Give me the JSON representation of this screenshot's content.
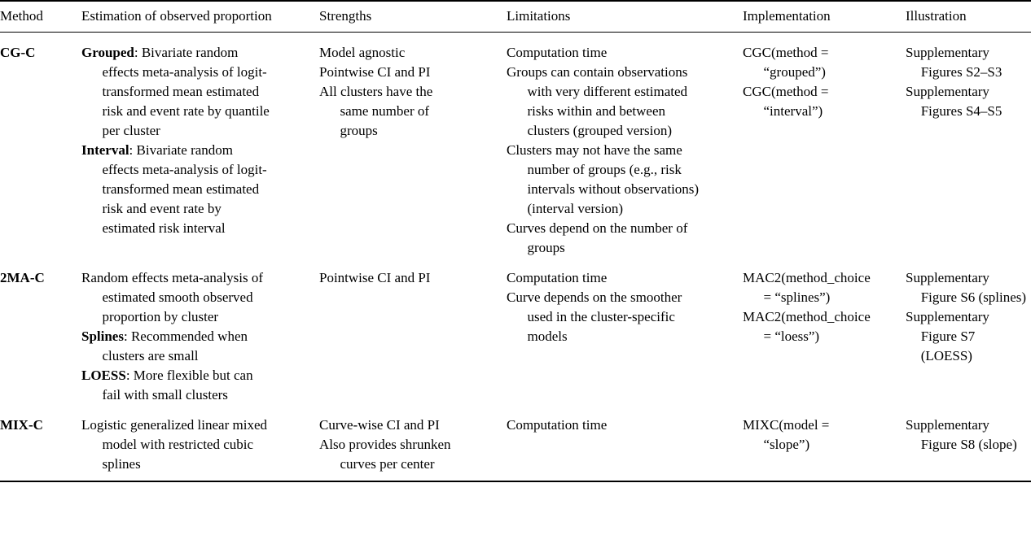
{
  "page": {
    "background": "#ffffff",
    "text_color": "#000000",
    "rule_color": "#000000"
  },
  "table": {
    "headers": [
      "Method",
      "Estimation of observed proportion",
      "Strengths",
      "Limitations",
      "Implementation",
      "Illustration"
    ],
    "rows": [
      {
        "method": "CG-C",
        "estimation": [
          {
            "bold": "Grouped",
            "text": ": Bivariate random effects meta-analysis of logit-transformed mean estimated risk and event rate by quantile per cluster"
          },
          {
            "bold": "Interval",
            "text": ": Bivariate random effects meta-analysis of logit-transformed mean estimated risk and event rate by estimated risk interval"
          }
        ],
        "strengths": [
          "Model agnostic",
          "Pointwise CI and PI",
          "All clusters have the same number of groups"
        ],
        "limitations": [
          "Computation time",
          "Groups can contain observations with very different estimated risks within and between clusters (grouped version)",
          "Clusters may not have the same number of groups (e.g., risk intervals without observations) (interval version)",
          "Curves depend on the number of groups"
        ],
        "implementation": [
          "CGC(method = “grouped”)",
          "CGC(method = “interval”)"
        ],
        "illustration": [
          "Supplementary Figures S2–S3",
          "Supplementary Figures S4–S5"
        ]
      },
      {
        "method": "2MA-C",
        "estimation": [
          {
            "bold": "",
            "text": "Random effects meta-analysis of estimated smooth observed proportion by cluster"
          },
          {
            "bold": "Splines",
            "text": ": Recommended when clusters are small"
          },
          {
            "bold": "LOESS",
            "text": ": More flexible but can fail with small clusters"
          }
        ],
        "strengths": [
          "Pointwise CI and PI"
        ],
        "limitations": [
          "Computation time",
          "Curve depends on the smoother used in the cluster-specific models"
        ],
        "implementation": [
          "MAC2(method_choice = “splines”)",
          "MAC2(method_choice = “loess”)"
        ],
        "illustration": [
          "Supplementary Figure S6 (splines)",
          "Supplementary Figure S7 (LOESS)"
        ]
      },
      {
        "method": "MIX-C",
        "estimation": [
          {
            "bold": "",
            "text": "Logistic generalized linear mixed model with restricted cubic splines"
          }
        ],
        "strengths": [
          "Curve-wise CI and PI",
          "Also provides shrunken curves per center"
        ],
        "limitations": [
          "Computation time"
        ],
        "implementation": [
          "MIXC(model = “slope”)"
        ],
        "illustration": [
          "Supplementary Figure S8 (slope)"
        ]
      }
    ]
  }
}
